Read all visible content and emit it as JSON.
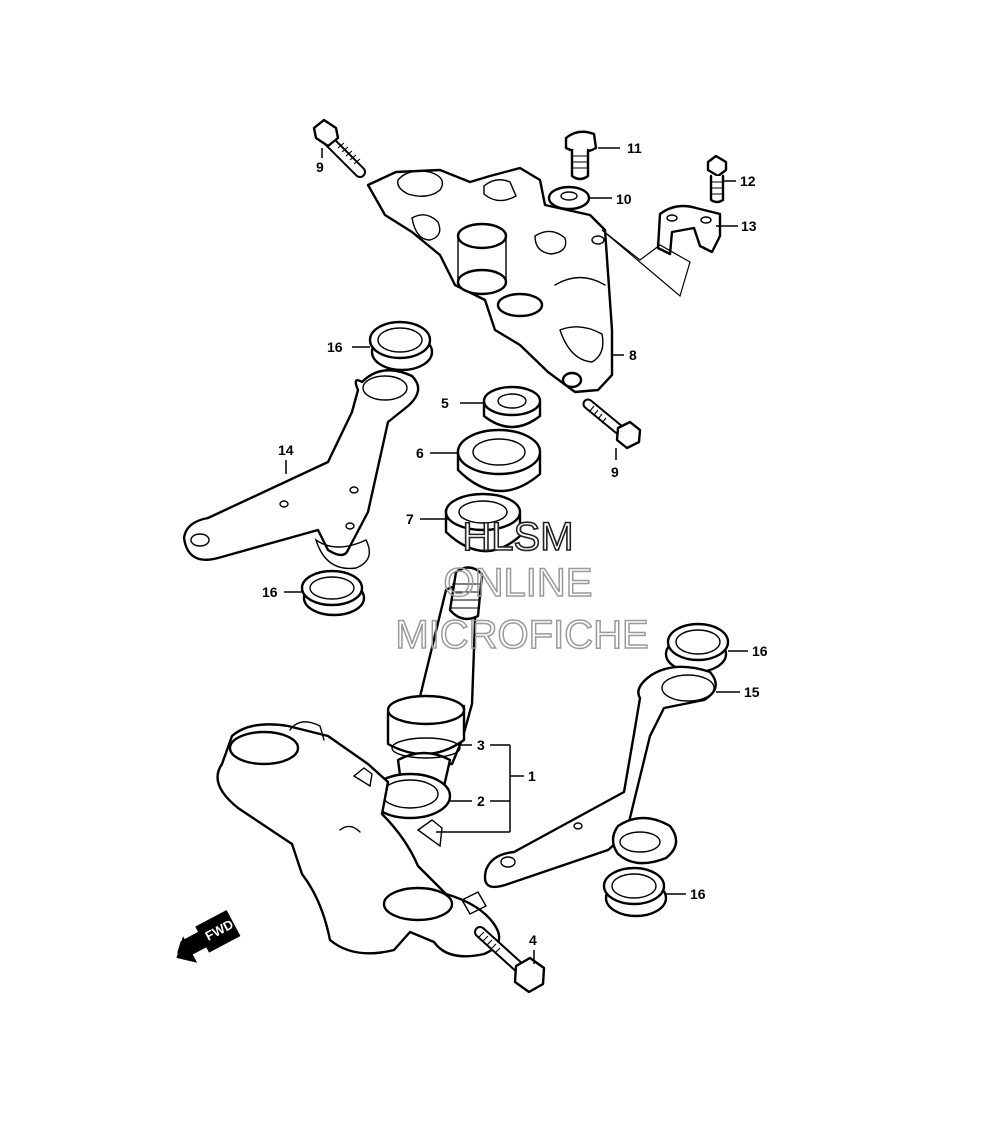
{
  "callouts": {
    "c1": "1",
    "c2": "2",
    "c3": "3",
    "c4": "4",
    "c5": "5",
    "c6": "6",
    "c7": "7",
    "c8": "8",
    "c9a": "9",
    "c9b": "9",
    "c10": "10",
    "c11": "11",
    "c12": "12",
    "c13": "13",
    "c14": "14",
    "c15": "15",
    "c16a": "16",
    "c16b": "16",
    "c16c": "16",
    "c16d": "16"
  },
  "watermark": {
    "line1": "HLSM",
    "line2": "ONLINE",
    "line3": "MICROFICHE"
  },
  "direction_badge": "FWD",
  "colors": {
    "line": "#000000",
    "background": "#ffffff",
    "watermark_outline": "#9a9a9a"
  }
}
